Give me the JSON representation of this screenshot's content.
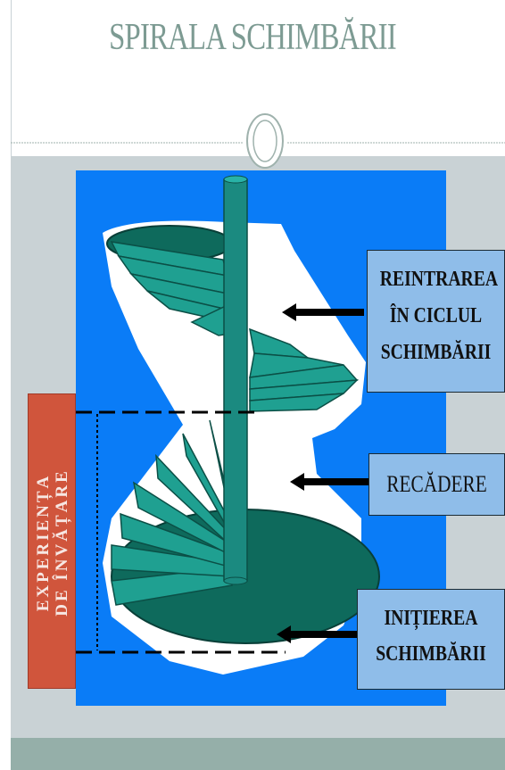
{
  "title": "SPIRALA SCHIMBĂRII",
  "labels": {
    "reintrare": [
      "REINTRAREA",
      "ÎN CICLUL",
      "SCHIMBĂRII"
    ],
    "recadere": "RECĂDERE",
    "initierea": [
      "INIȚIEREA",
      "SCHIMBĂRII"
    ],
    "experienta": [
      "EXPERIENȚA",
      "DE ÎNVĂȚARE"
    ]
  },
  "colors": {
    "title": "#7d9b93",
    "stage": "#0a7cf7",
    "stair_dark": "#0e6a5c",
    "stair_light": "#1fa091",
    "label_box": "#8fbde9",
    "experience_box": "#d0553c"
  }
}
